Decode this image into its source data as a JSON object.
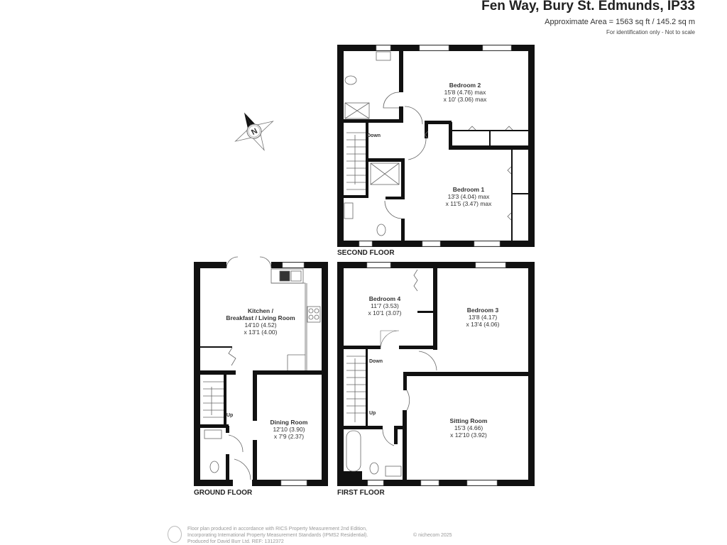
{
  "header": {
    "title": "Fen Way, Bury St. Edmunds, IP33",
    "area": "Approximate Area = 1563 sq ft / 145.2 sq m",
    "note": "For identification only - Not to scale"
  },
  "compass": {
    "label": "N",
    "icon": "compass-north-icon"
  },
  "floors": {
    "second": {
      "label": "SECOND FLOOR",
      "stairs_label": "Down",
      "rooms": [
        {
          "name": "Bedroom 2",
          "dim1": "15'8 (4.76) max",
          "dim2": "x 10' (3.06) max"
        },
        {
          "name": "Bedroom 1",
          "dim1": "13'3 (4.04) max",
          "dim2": "x 11'5 (3.47) max"
        }
      ]
    },
    "first": {
      "label": "FIRST FLOOR",
      "stairs_down": "Down",
      "stairs_up": "Up",
      "rooms": [
        {
          "name": "Bedroom 4",
          "dim1": "11'7 (3.53)",
          "dim2": "x 10'1 (3.07)"
        },
        {
          "name": "Bedroom 3",
          "dim1": "13'8 (4.17)",
          "dim2": "x 13'4 (4.06)"
        },
        {
          "name": "Sitting Room",
          "dim1": "15'3 (4.66)",
          "dim2": "x 12'10 (3.92)"
        }
      ]
    },
    "ground": {
      "label": "GROUND FLOOR",
      "stairs_up": "Up",
      "rooms": [
        {
          "name": "Kitchen /",
          "name2": "Breakfast / Living Room",
          "dim1": "14'10 (4.52)",
          "dim2": "x 13'1 (4.00)"
        },
        {
          "name": "Dining Room",
          "dim1": "12'10 (3.90)",
          "dim2": "x 7'9 (2.37)"
        }
      ]
    }
  },
  "footer": {
    "line1": "Floor plan produced in accordance with RICS Property Measurement 2nd Edition,",
    "line2": "Incorporating International Property Measurement Standards (IPMS2 Residential).",
    "line3": "Produced for David Burr Ltd.   REF:  1312372",
    "copyright": "© nichecom 2025"
  }
}
